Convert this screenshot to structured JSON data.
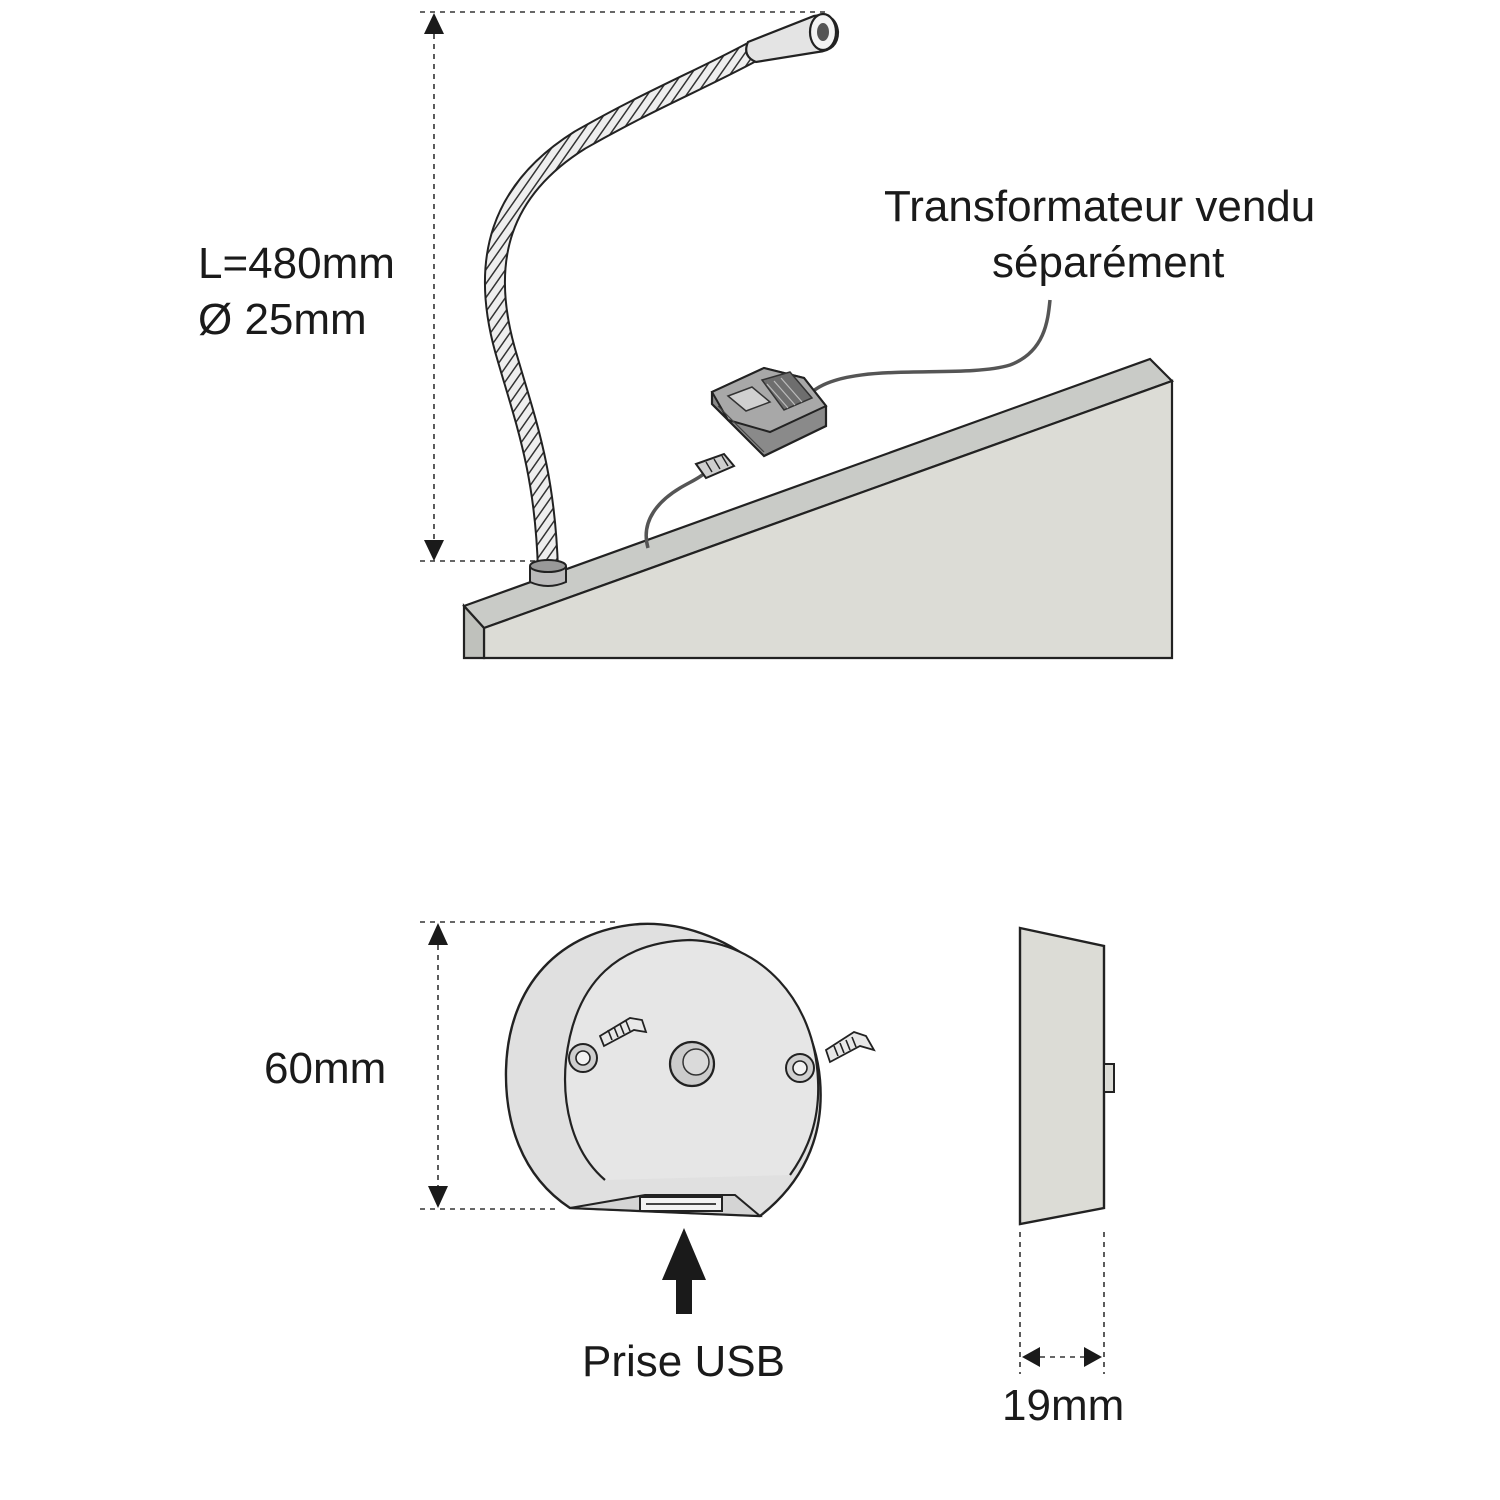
{
  "top_view": {
    "length_label": "L=480mm",
    "diameter_label": "Ø 25mm",
    "transformer_note_line1": "Transformateur vendu",
    "transformer_note_line2": "séparément"
  },
  "bottom_view": {
    "height_label": "60mm",
    "usb_label": "Prise USB",
    "depth_label": "19mm"
  },
  "colors": {
    "line": "#1a1a1a",
    "panel_front": "#dcdcd6",
    "panel_top": "#c9cbc7",
    "device_fill": "#dedede",
    "transformer_fill": "#8c8c8c",
    "cable": "#555555"
  }
}
